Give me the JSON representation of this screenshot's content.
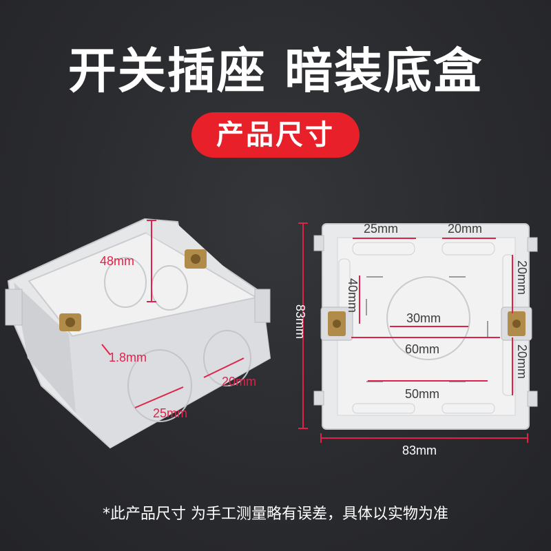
{
  "title": "开关插座 暗装底盒",
  "badge": "产品尺寸",
  "footer_note": "*此产品尺寸 为手工测量略有误差，具体以实物为准",
  "left_dims": {
    "height": "48mm",
    "wall": "1.8mm",
    "knock_small": "20mm",
    "knock_large": "25mm"
  },
  "right_dims": {
    "top_left": "25mm",
    "top_right": "20mm",
    "side_right_top": "20mm",
    "side_right_bottom": "20mm",
    "side_left": "40mm",
    "center_circle": "30mm",
    "center_span": "60mm",
    "bottom_inner": "50mm",
    "outer_width": "83mm",
    "outer_height": "83mm"
  },
  "colors": {
    "accent": "#e8202a",
    "dimension_line": "#e0224a",
    "background": "#2a2b2f"
  }
}
